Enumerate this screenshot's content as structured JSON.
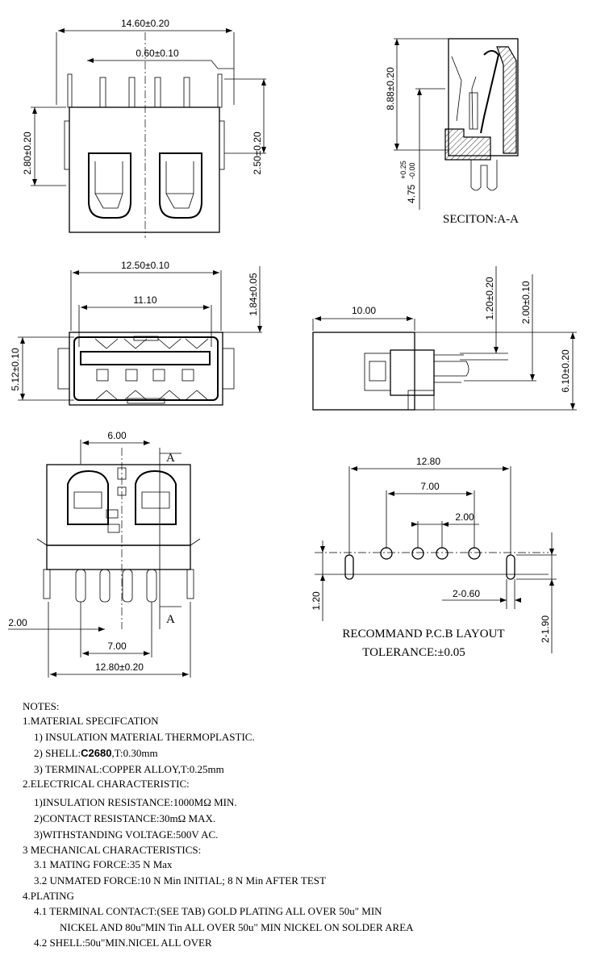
{
  "dimensions": {
    "top_width": "14.60±0.20",
    "top_pitch": "0.60±0.10",
    "top_left_height": "2.80±0.20",
    "top_right_height": "2.50±0.20",
    "section_height": "8.88±0.20",
    "section_lead": "4.75",
    "section_lead_tol_plus": "+0.25",
    "section_lead_tol_minus": "-0.00",
    "front_outer_width": "12.50±0.10",
    "front_inner_width": "11.10",
    "front_right_height": "1.84±0.05",
    "front_left_height": "5.12±0.10",
    "side_length": "10.00",
    "side_h1": "1.20±0.20",
    "side_h2": "2.00±0.10",
    "side_h3": "6.10±0.20",
    "bottom_half": "6.00",
    "bottom_pitch": "2.00",
    "bottom_span": "7.00",
    "bottom_width": "12.80±0.20",
    "pcb_width": "12.80",
    "pcb_span": "7.00",
    "pcb_pitch": "2.00",
    "pcb_hole": "2-0.60",
    "pcb_row": "1.20",
    "pcb_slot": "2-1.90"
  },
  "labels": {
    "section_title": "SECITON:A-A",
    "section_marker_a": "A",
    "pcb_title": "RECOMMAND P.C.B LAYOUT",
    "pcb_tolerance": "TOLERANCE:±0.05"
  },
  "notes": {
    "heading": "NOTES:",
    "l1": "1.MATERIAL SPECIFCATION",
    "l2": "1)  INSULATION MATERIAL THERMOPLASTIC.",
    "l3_pre": "2)  SHELL:",
    "l3_bold": "C2680",
    "l3_post": ",T:0.30mm",
    "l4": "3)  TERMINAL:COPPER ALLOY,T:0.25mm",
    "l5": "2.ELECTRICAL CHARACTERISTIC:",
    "l6": "1)INSULATION RESISTANCE:1000MΩ  MIN.",
    "l7": "2)CONTACT RESISTANCE:30mΩ  MAX.",
    "l8": "3)WITHSTANDING VOLTAGE:500V AC.",
    "l9": "3 MECHANICAL CHARACTERISTICS:",
    "l10": "3.1 MATING FORCE:35 N Max",
    "l11": "3.2 UNMATED FORCE:10 N Min INITIAL; 8 N Min AFTER TEST",
    "l12": "4.PLATING",
    "l13": "4.1 TERMINAL CONTACT:(SEE TAB) GOLD PLATING ALL OVER 50u\" MIN",
    "l14": "NICKEL AND 80u\"MIN Tin ALL OVER 50u\" MIN NICKEL ON SOLDER AREA",
    "l15": "4.2 SHELL:50u\"MIN.NICEL ALL OVER"
  }
}
